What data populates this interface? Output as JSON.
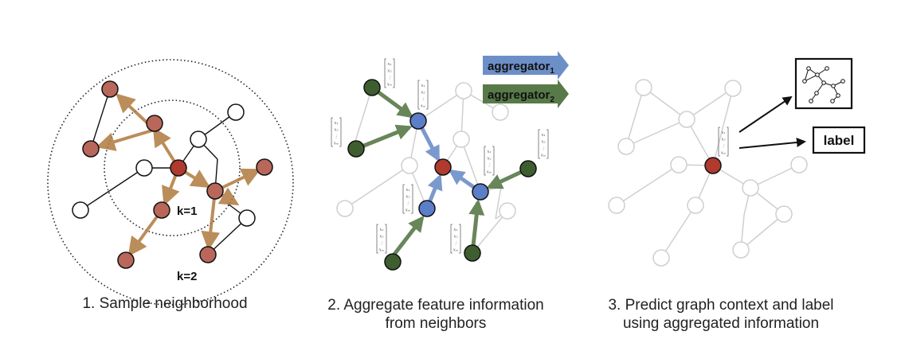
{
  "panels": [
    {
      "caption_line1": "1. Sample neighborhood",
      "caption_line2": ""
    },
    {
      "caption_line1": "2. Aggregate feature information",
      "caption_line2": "from neighbors"
    },
    {
      "caption_line1": "3. Predict graph context and label",
      "caption_line2": "using aggregated information"
    }
  ],
  "panel1": {
    "inner_ring_label": "k=1",
    "outer_ring_label": "k=2"
  },
  "panel2": {
    "aggregator1": {
      "text": "aggregator",
      "subscript": "1",
      "color": "#6d8fc8"
    },
    "aggregator2": {
      "text": "aggregator",
      "subscript": "2",
      "color": "#587a48"
    }
  },
  "panel3": {
    "label_box": "label"
  },
  "feature_vector": {
    "entries": [
      "x₁",
      "x₂",
      "⋮",
      "xₘ"
    ]
  },
  "colors": {
    "target_node": "#b03a2e",
    "sampled_node": "#b8675a",
    "sample_arrow": "#b07a3e",
    "hop1_node": "#5b7ec9",
    "hop2_node": "#3f5e2f",
    "gray_edge": "#cfcfcf"
  }
}
